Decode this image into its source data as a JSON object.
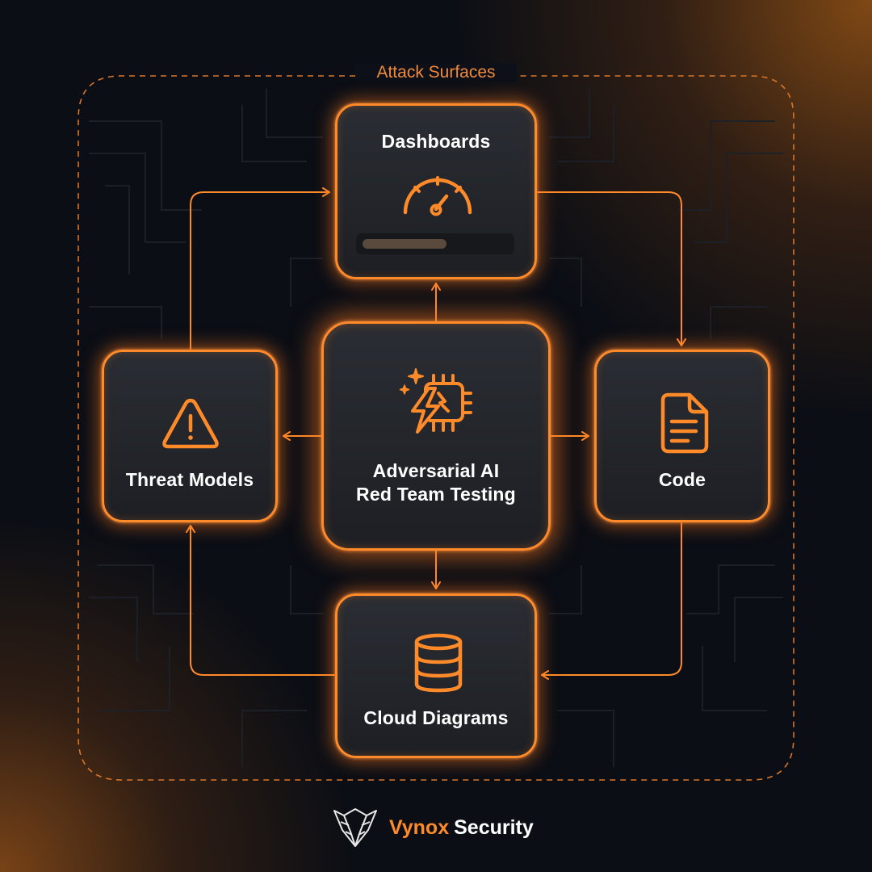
{
  "frame": {
    "title": "Attack Surfaces"
  },
  "center": {
    "line1": "Adversarial AI",
    "line2": "Red Team Testing",
    "icon": "ai-chip-lightning-icon"
  },
  "nodes": {
    "dashboards": {
      "label": "Dashboards",
      "icon": "gauge-icon",
      "progress": 0.58
    },
    "code": {
      "label": "Code",
      "icon": "document-icon"
    },
    "cloud_diagrams": {
      "label": "Cloud Diagrams",
      "icon": "database-icon"
    },
    "threat_models": {
      "label": "Threat Models",
      "icon": "warning-triangle-icon"
    }
  },
  "brand": {
    "name_part1": "Vynox",
    "name_part2": "Security",
    "logo": "vynox-logo"
  },
  "colors": {
    "accent": "#ff8a2a",
    "background": "#0b0e15",
    "card": "#23262c"
  }
}
